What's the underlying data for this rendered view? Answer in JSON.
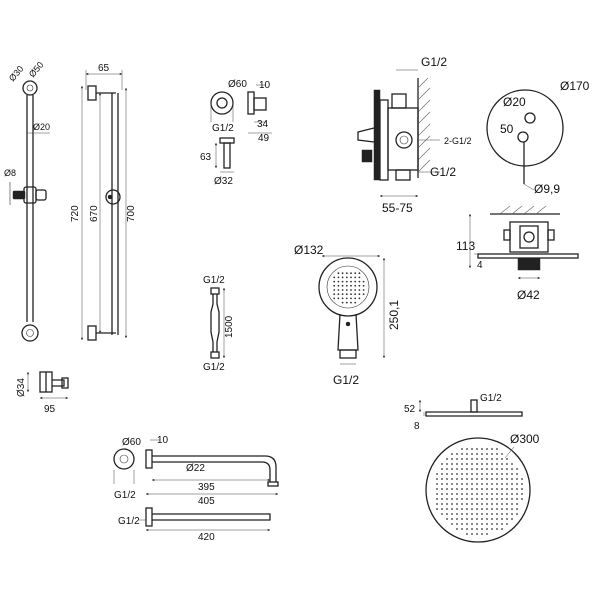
{
  "slide_rail": {
    "d30": "Ø30",
    "d50": "Ø50",
    "d20": "Ø20",
    "d8": "Ø8",
    "w65": "65",
    "h720": "720",
    "h670": "670",
    "h700": "700"
  },
  "rail_bracket": {
    "d34": "Ø34",
    "w95": "95"
  },
  "wall_outlet": {
    "d60": "Ø60",
    "w10": "10",
    "g12": "G1/2",
    "d34": "34",
    "d49": "49",
    "h63": "63",
    "d32": "Ø32"
  },
  "mixer": {
    "g12_top": "G1/2",
    "g12_mid": "2-G1/2",
    "g12_bot": "G1/2",
    "d5575": "55-75"
  },
  "cover_plate": {
    "d170": "Ø170",
    "d20": "Ø20",
    "h50": "50",
    "d99": "Ø9,9"
  },
  "box_section": {
    "h113": "113",
    "h4": "4",
    "d42": "Ø42"
  },
  "hose": {
    "g12_top": "G1/2",
    "len": "1500",
    "g12_bot": "G1/2"
  },
  "hand_shower": {
    "d132": "Ø132",
    "len": "250,1",
    "g12": "G1/2"
  },
  "shower_arm": {
    "d60": "Ø60",
    "w10": "10",
    "d22": "Ø22",
    "l395": "395",
    "l405": "405",
    "g12": "G1/2",
    "g12_b": "G1/2",
    "l420": "420"
  },
  "head_side": {
    "g12": "G1/2",
    "h52": "52",
    "h8": "8"
  },
  "head_top": {
    "d300": "Ø300"
  }
}
